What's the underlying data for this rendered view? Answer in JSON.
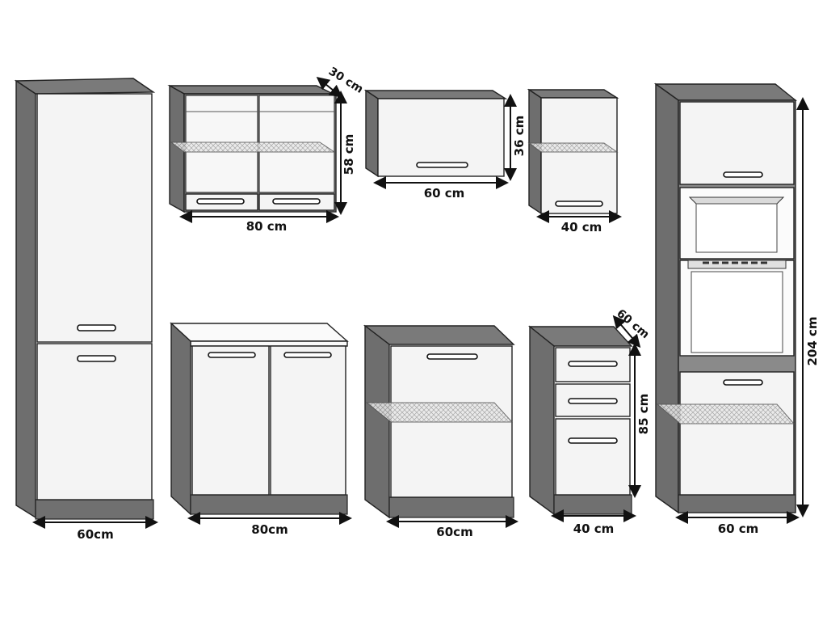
{
  "labels": {
    "tall_left_width": "60cm",
    "wall_glass_depth": "30 cm",
    "wall_glass_height": "58 cm",
    "wall_glass_width": "80 cm",
    "wall_flap_height": "36 cm",
    "wall_flap_width": "60 cm",
    "wall_small_width": "40 cm",
    "base_double_width": "80cm",
    "base_single_width": "60cm",
    "drawer_depth": "60 cm",
    "drawer_height": "85 cm",
    "drawer_width": "40 cm",
    "tall_oven_height": "204 cm",
    "tall_oven_width": "60 cm"
  }
}
